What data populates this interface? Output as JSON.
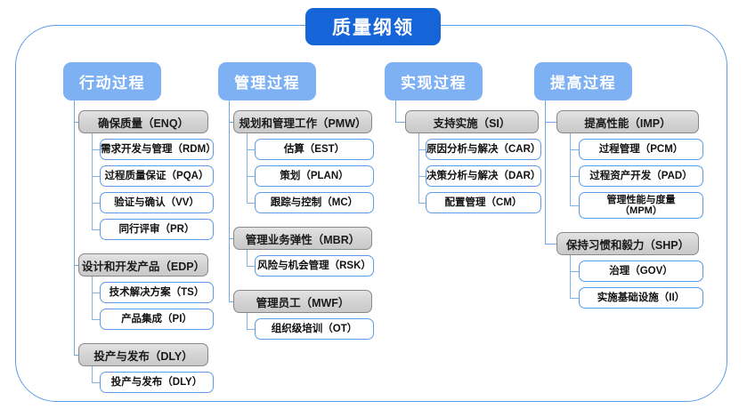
{
  "diagram": {
    "title": "质量纲领",
    "type": "hierarchy-tree",
    "accent_color": "#1565D8",
    "header_color": "#7EB0F4",
    "group_color": "#d2d2d2",
    "leaf_border_color": "#5B9BE8",
    "frame_color": "#5B9BE8",
    "columns": [
      {
        "header": "行动过程",
        "groups": [
          {
            "label": "确保质量（ENQ）",
            "children": [
              "需求开发与管理（RDM）",
              "过程质量保证（PQA）",
              "验证与确认（VV）",
              "同行评审（PR）"
            ]
          },
          {
            "label": "设计和开发产品（EDP）",
            "children": [
              "技术解决方案（TS）",
              "产品集成（PI）"
            ]
          },
          {
            "label": "投产与发布（DLY）",
            "children": [
              "投产与发布（DLY）"
            ]
          }
        ]
      },
      {
        "header": "管理过程",
        "groups": [
          {
            "label": "规划和管理工作（PMW）",
            "children": [
              "估算（EST）",
              "策划（PLAN）",
              "跟踪与控制（MC）"
            ]
          },
          {
            "label": "管理业务弹性（MBR）",
            "children": [
              "风险与机会管理（RSK）"
            ]
          },
          {
            "label": "管理员工（MWF）",
            "children": [
              "组织级培训（OT）"
            ]
          }
        ]
      },
      {
        "header": "实现过程",
        "groups": [
          {
            "label": "支持实施（SI）",
            "children": [
              "原因分析与解决（CAR）",
              "决策分析与解决（DAR）",
              "配置管理（CM）"
            ]
          }
        ]
      },
      {
        "header": "提高过程",
        "groups": [
          {
            "label": "提高性能（IMP）",
            "children": [
              "过程管理（PCM）",
              "过程资产开发（PAD）",
              "管理性能与度量（MPM）"
            ]
          },
          {
            "label": "保持习惯和毅力（SHP）",
            "children": [
              "治理（GOV）",
              "实施基础设施（II）"
            ]
          }
        ]
      }
    ]
  }
}
